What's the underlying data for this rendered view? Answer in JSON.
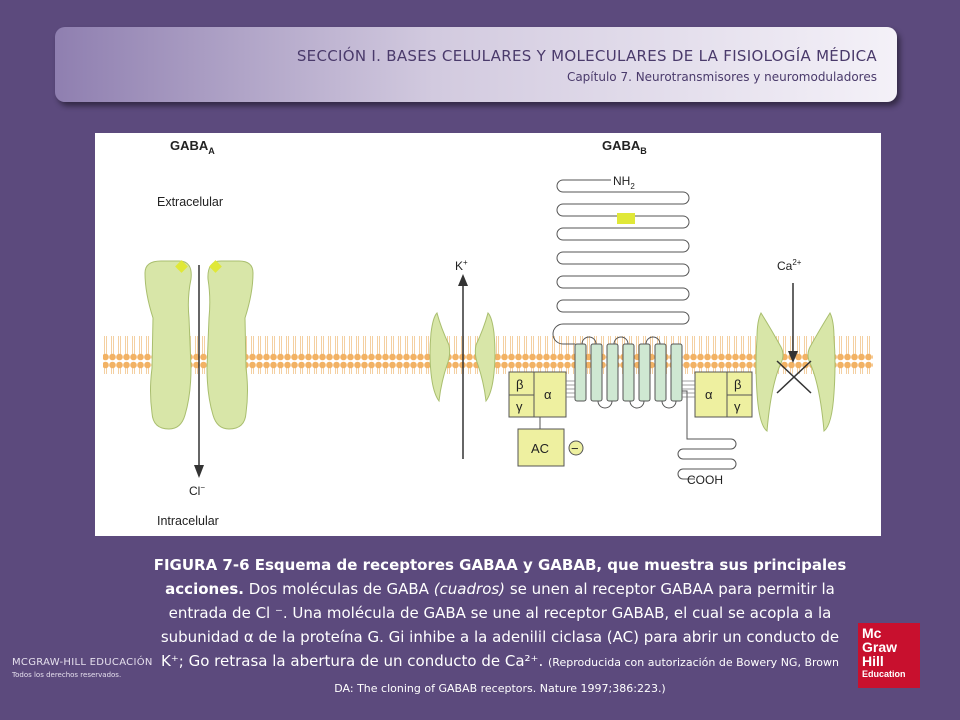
{
  "header": {
    "section_title": "SECCIÓN I.  BASES CELULARES Y MOLECULARES DE LA FISIOLOGÍA MÉDICA",
    "chapter": "Capítulo 7.  Neurotransmisores y neuromoduladores"
  },
  "figure": {
    "gabaa_label": "GABA",
    "gabaa_sub": "A",
    "gabab_label": "GABA",
    "gabab_sub": "B",
    "extracellular": "Extracelular",
    "intracellular": "Intracelular",
    "nh2": "NH",
    "nh2_sub": "2",
    "cooh": "COOH",
    "k_label": "K",
    "k_sup": "+",
    "ca_label": "Ca",
    "ca_sup": "2+",
    "cl_label": "Cl",
    "cl_sup": "−",
    "beta": "β",
    "gamma": "γ",
    "alpha": "α",
    "ac": "AC",
    "minus": "−",
    "colors": {
      "membrane": "#f2b264",
      "receptor": "#d8e6a8",
      "gprotein": "#eef0a0",
      "gabab_tm": "#cfe8d2",
      "ligand": "#e0e838"
    }
  },
  "caption": {
    "bold": "FIGURA 7-6 Esquema de receptores GABAA y GABAB, que muestra sus principales acciones.",
    "part1": " Dos moléculas de GABA ",
    "italic": "(cuadros)",
    "part2": " se unen al receptor GABAA para permitir la entrada de Cl ⁻. Una molécula de GABA se une al receptor GABAB, el cual se acopla a la subunidad α de la proteína G. Gi inhibe a la adenilil ciclasa (AC) para abrir un conducto de K⁺; Go retrasa la abertura de un conducto de Ca²⁺. ",
    "small": "(Reproducida con autorización de Bowery NG, Brown DA: The cloning of GABAB receptors. Nature 1997;386:223.)"
  },
  "publisher": {
    "name": "MCGRAW-HILL EDUCACIÓN",
    "rights": "Todos los derechos reservados."
  },
  "logo": {
    "line1": "Mc",
    "line2": "Graw",
    "line3": "Hill",
    "line4": "Education"
  }
}
